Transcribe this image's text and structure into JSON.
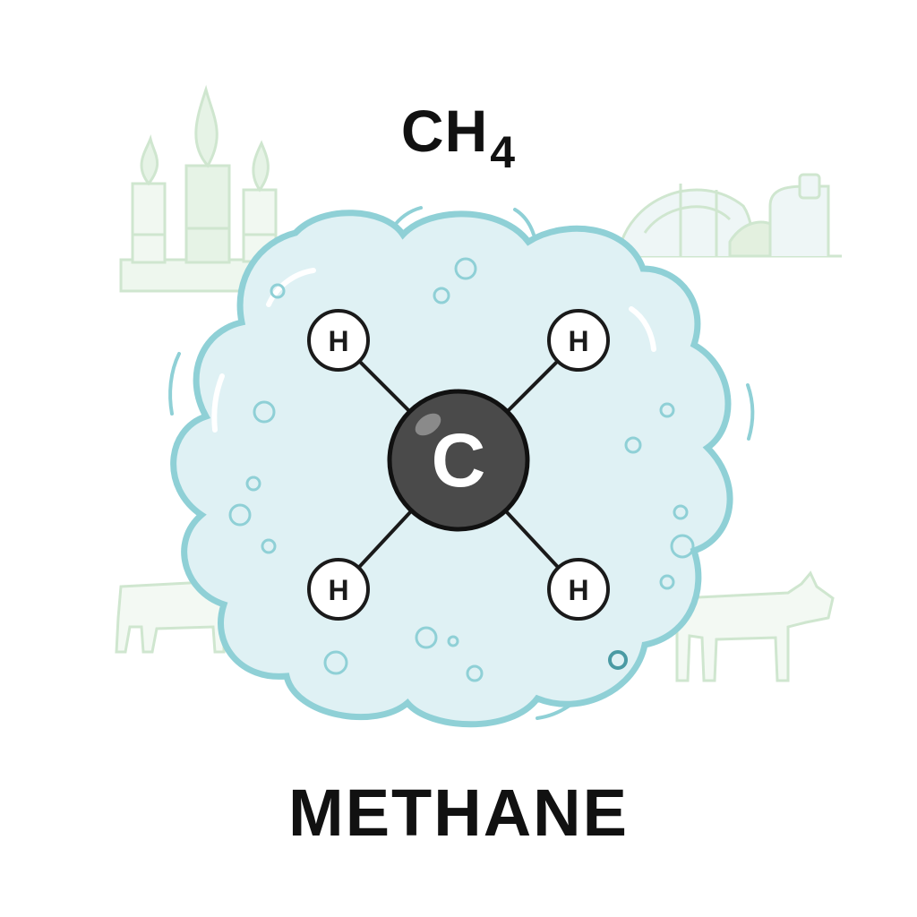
{
  "formula": {
    "main": "CH",
    "subscript": "4"
  },
  "caption": "METHANE",
  "molecule": {
    "center": {
      "symbol": "C",
      "color": "#4a4a4a"
    },
    "bonded": [
      {
        "symbol": "H"
      },
      {
        "symbol": "H"
      },
      {
        "symbol": "H"
      },
      {
        "symbol": "H"
      }
    ]
  },
  "colors": {
    "cloud_fill": "#dff1f4",
    "cloud_stroke": "#8fd0d6",
    "background_sketch": "#cfe6cf",
    "text": "#111111"
  },
  "background_icons": [
    "factory-smokestack-icon",
    "biogas-dome-icon",
    "cow-icon"
  ]
}
